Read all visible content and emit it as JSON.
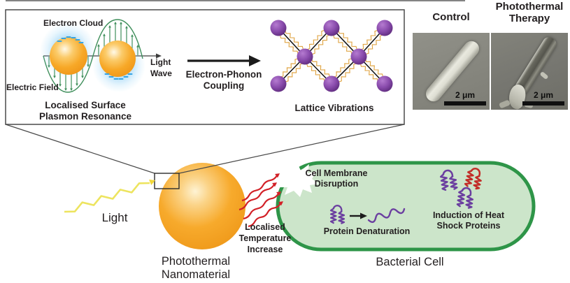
{
  "inset": {
    "electron_cloud_label": "Electron Cloud",
    "electric_field_label": "Electric Field",
    "light_wave_label": "Light\nWave",
    "lspr_caption": "Localised Surface\nPlasmon Resonance",
    "coupling_label": "Electron-Phonon\nCoupling",
    "lattice_caption": "Lattice Vibrations"
  },
  "sem_panel": {
    "control_title": "Control",
    "therapy_title": "Photothermal\nTherapy",
    "control_scalebar": "2 μm",
    "therapy_scalebar": "2 μm"
  },
  "main_diagram": {
    "light_label": "Light",
    "nanomaterial_label": "Photothermal\nNanomaterial",
    "temperature_label": "Localised\nTemperature\nIncrease",
    "bacterial_cell_label": "Bacterial Cell",
    "membrane_disruption_label": "Cell Membrane\nDisruption",
    "protein_denaturation_label": "Protein Denaturation",
    "heat_shock_label": "Induction of Heat\nShock Proteins"
  },
  "colors": {
    "nanoparticle_orange": "#F6A21E",
    "electron_glow_blue": "#7DC8F5",
    "electron_dash_blue": "#35A3E3",
    "field_green": "#3E8E5A",
    "lattice_purple": "#7B3F9E",
    "spring_orange": "#DFA23E",
    "heat_red": "#D22027",
    "light_yellow": "#EDE45F",
    "light_arrowhead_yellow": "#F2D838",
    "cell_fill_green": "#CCE5CA",
    "cell_border_green": "#2E9548",
    "protein_purple": "#6B3FA0",
    "protein_red": "#C22D28",
    "line_dark": "#3c3c3c"
  }
}
